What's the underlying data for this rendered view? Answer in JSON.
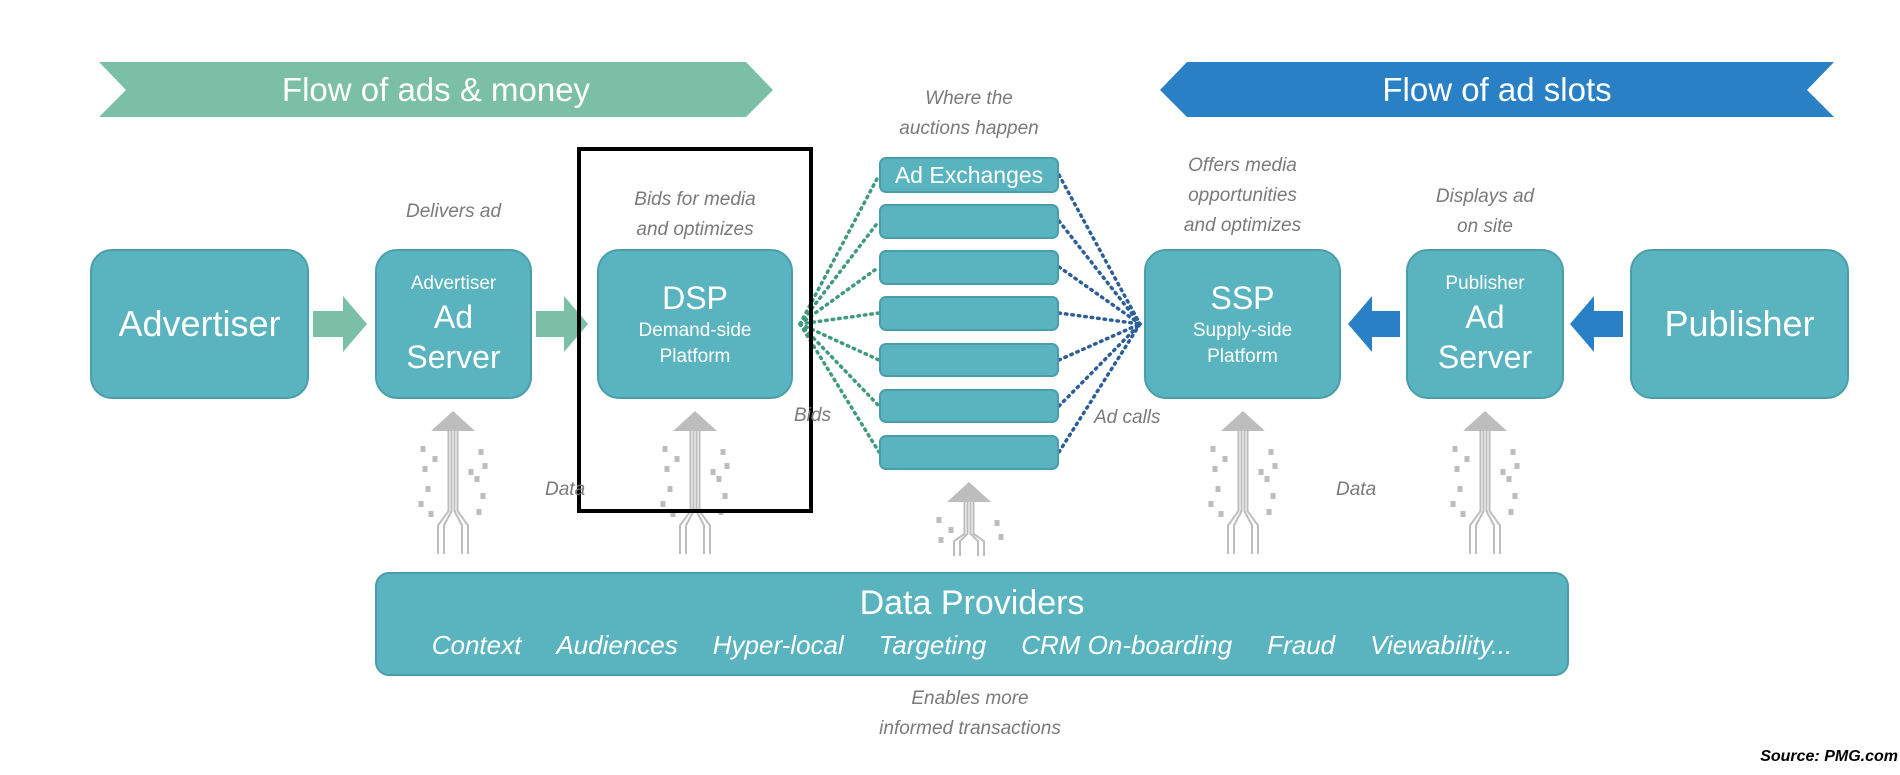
{
  "banners": {
    "left": {
      "label": "Flow of ads & money",
      "color": "#7bbfa6"
    },
    "right": {
      "label": "Flow of ad slots",
      "color": "#2a80c5"
    }
  },
  "colors": {
    "box": "#5ab4bf",
    "box_border": "#4a9ea9",
    "green_arrow": "#7bbfa6",
    "blue_arrow": "#2a80c5",
    "bids_dots": "#3f9a80",
    "adcalls_dots": "#2c5f9a",
    "data_icon": "#bdbdbd"
  },
  "nodes": {
    "advertiser": {
      "label": "Advertiser"
    },
    "advertiser_ad_server": {
      "line1": "Advertiser",
      "line2": "Ad",
      "line3": "Server",
      "caption": "Delivers ad"
    },
    "dsp": {
      "title": "DSP",
      "line1": "Demand-side",
      "line2": "Platform",
      "caption1": "Bids for media",
      "caption2": "and optimizes"
    },
    "ad_exchanges": {
      "label": "Ad Exchanges",
      "caption1": "Where the",
      "caption2": "auctions happen"
    },
    "ssp": {
      "title": "SSP",
      "line1": "Supply-side",
      "line2": "Platform",
      "caption1": "Offers media",
      "caption2": "opportunities",
      "caption3": "and  optimizes"
    },
    "publisher_ad_server": {
      "line1": "Publisher",
      "line2": "Ad",
      "line3": "Server",
      "caption1": "Displays ad",
      "caption2": "on site"
    },
    "publisher": {
      "label": "Publisher"
    }
  },
  "labels": {
    "bids": "Bids",
    "ad_calls": "Ad calls",
    "data_left": "Data",
    "data_right": "Data"
  },
  "data_providers": {
    "title": "Data Providers",
    "items": [
      "Context",
      "Audiences",
      "Hyper-local",
      "Targeting",
      "CRM On-boarding",
      "Fraud",
      "Viewability..."
    ],
    "caption1": "Enables more",
    "caption2": "informed transactions"
  },
  "source": "Source: PMG.com"
}
